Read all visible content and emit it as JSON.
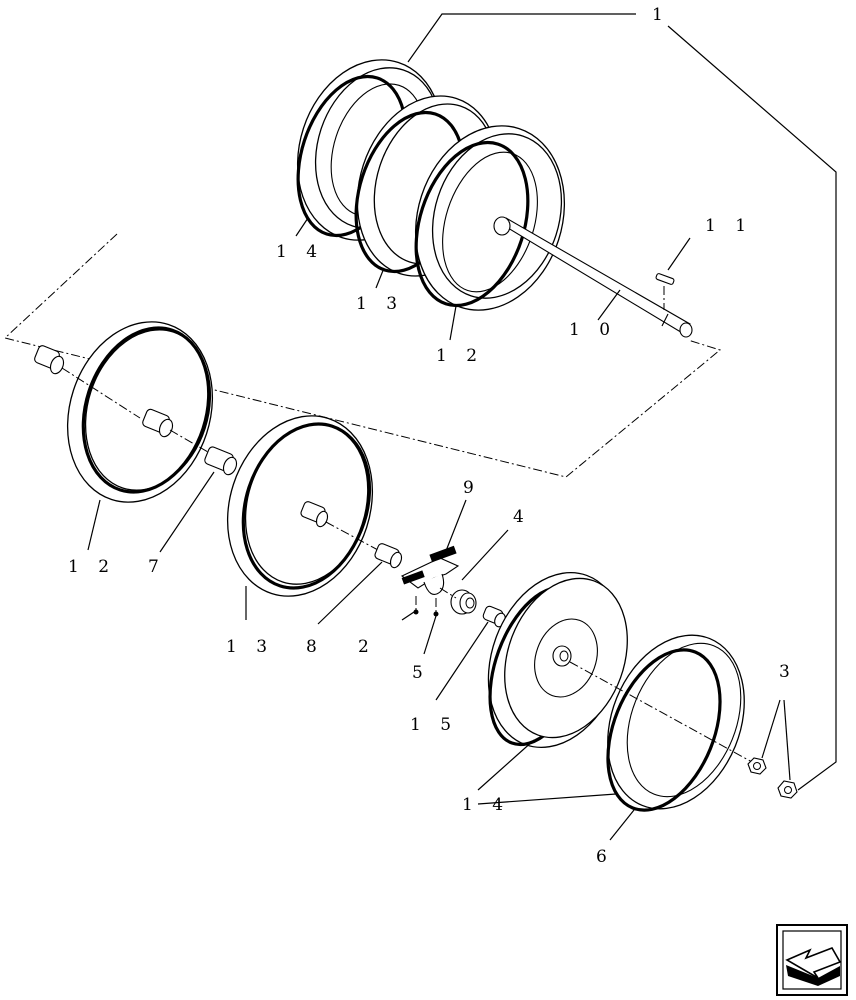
{
  "callouts": {
    "c1": "1",
    "c2": "2",
    "c3": "3",
    "c4": "4",
    "c5": "5",
    "c6": "6",
    "c7": "7",
    "c8": "8",
    "c9": "9",
    "c10": "1 0",
    "c11": "1 1",
    "c12a": "1 2",
    "c12b": "1 2",
    "c13a": "1 3",
    "c13b": "1 3",
    "c14a": "1 4",
    "c14b": "1 4",
    "c15": "1 5"
  },
  "nav": {
    "icon": "arrow-icon"
  }
}
